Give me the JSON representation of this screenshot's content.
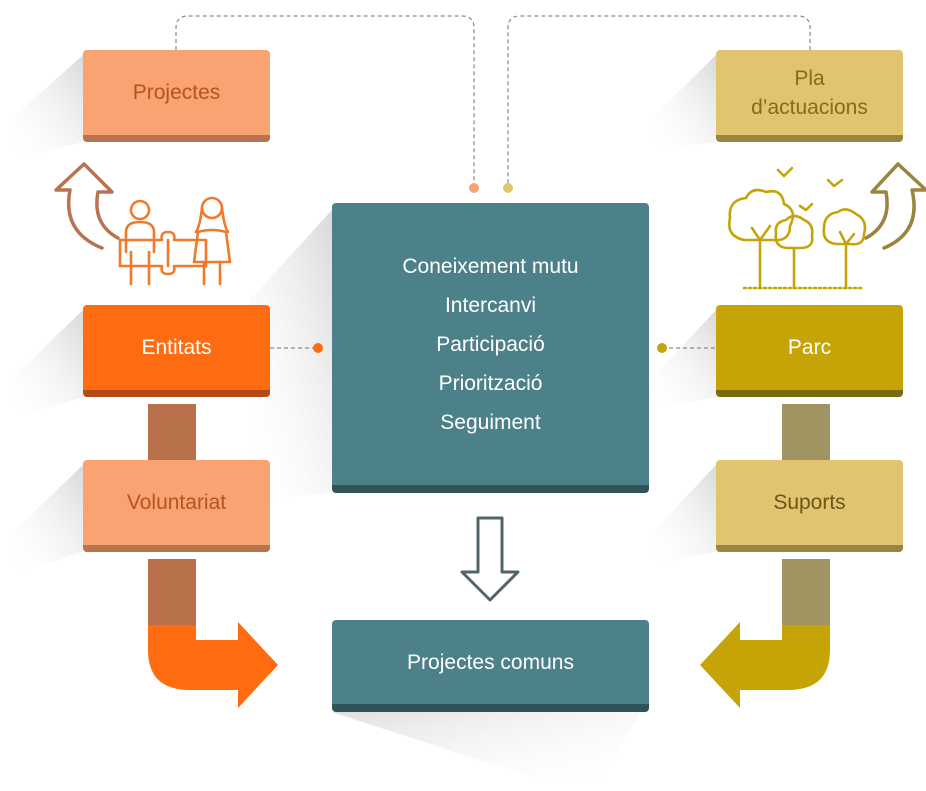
{
  "left_column": {
    "top_box": "Projectes",
    "middle_box": "Entitats",
    "bottom_box": "Voluntariat"
  },
  "right_column": {
    "top_box": "Pla d’actuacions",
    "middle_box": "Parc",
    "bottom_box": "Suports"
  },
  "center_box": {
    "items": [
      "Coneixement mutu",
      "Intercanvi",
      "Participació",
      "Priorització",
      "Seguiment"
    ]
  },
  "result_box": "Projectes comuns",
  "icons": {
    "left": "people-holding-puzzle-icon",
    "right": "trees-and-birds-icon"
  },
  "colors": {
    "orange": "#ff6b10",
    "light_orange": "#f9a272",
    "gold": "#c6a408",
    "light_gold": "#e1c470",
    "teal": "#4d8189"
  }
}
